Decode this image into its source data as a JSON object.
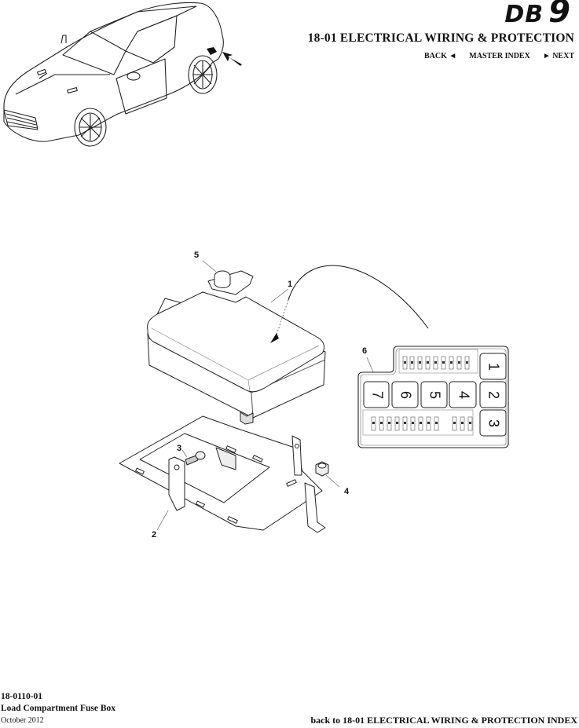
{
  "header": {
    "model_logo_letters": "DB",
    "model_logo_number": "9",
    "section_title": "18-01 ELECTRICAL WIRING & PROTECTION",
    "nav": {
      "back": "BACK ◄",
      "master_index": "MASTER INDEX",
      "next": "► NEXT"
    }
  },
  "diagram": {
    "callouts": [
      {
        "id": "1",
        "label": "1"
      },
      {
        "id": "2",
        "label": "2"
      },
      {
        "id": "3",
        "label": "3"
      },
      {
        "id": "4",
        "label": "4"
      },
      {
        "id": "5",
        "label": "5"
      },
      {
        "id": "6",
        "label": "6"
      }
    ],
    "relay_labels": [
      "1",
      "2",
      "3",
      "4",
      "5",
      "6",
      "7"
    ]
  },
  "footer": {
    "document_id": "18-0110-01",
    "document_name": "Load Compartment Fuse Box",
    "date": "October 2012",
    "back_link": "back to 18-01 ELECTRICAL WIRING & PROTECTION INDEX"
  }
}
